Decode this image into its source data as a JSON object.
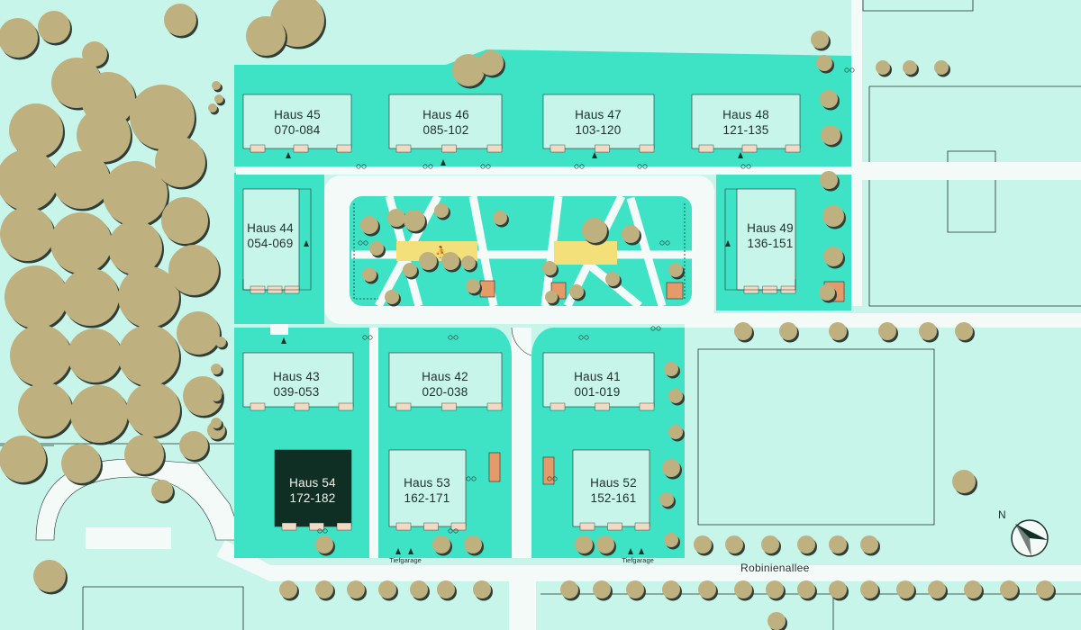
{
  "colors": {
    "background": "#c8f5ea",
    "plot": "#3ee3c6",
    "building": "#c8f5ea",
    "building_highlight": "#0f2e24",
    "path": "#f4faf8",
    "tree": "#bfb07f",
    "tree_shadow": "#2f3f38",
    "bench": "#f2d9c4",
    "play_area": "#f4e07a",
    "orange_box": "#e59a6a",
    "line": "#1f2f2a"
  },
  "buildings": [
    {
      "id": "haus-45",
      "name": "Haus 45",
      "range": "070-084",
      "highlighted": false
    },
    {
      "id": "haus-46",
      "name": "Haus 46",
      "range": "085-102",
      "highlighted": false
    },
    {
      "id": "haus-47",
      "name": "Haus 47",
      "range": "103-120",
      "highlighted": false
    },
    {
      "id": "haus-48",
      "name": "Haus 48",
      "range": "121-135",
      "highlighted": false
    },
    {
      "id": "haus-44",
      "name": "Haus 44",
      "range": "054-069",
      "highlighted": false
    },
    {
      "id": "haus-49",
      "name": "Haus 49",
      "range": "136-151",
      "highlighted": false
    },
    {
      "id": "haus-43",
      "name": "Haus 43",
      "range": "039-053",
      "highlighted": false
    },
    {
      "id": "haus-42",
      "name": "Haus 42",
      "range": "020-038",
      "highlighted": false
    },
    {
      "id": "haus-41",
      "name": "Haus 41",
      "range": "001-019",
      "highlighted": false
    },
    {
      "id": "haus-54",
      "name": "Haus 54",
      "range": "172-182",
      "highlighted": true
    },
    {
      "id": "haus-53",
      "name": "Haus 53",
      "range": "162-171",
      "highlighted": false
    },
    {
      "id": "haus-52",
      "name": "Haus 52",
      "range": "152-161",
      "highlighted": false
    }
  ],
  "labels": {
    "garage": "Tiefgarage",
    "street": "Robinienallee",
    "compass_north": "N"
  },
  "icons": {
    "bicycle": "bicycle-icon",
    "playground": "playground-icon",
    "compass": "compass-icon",
    "tree": "tree-icon"
  }
}
